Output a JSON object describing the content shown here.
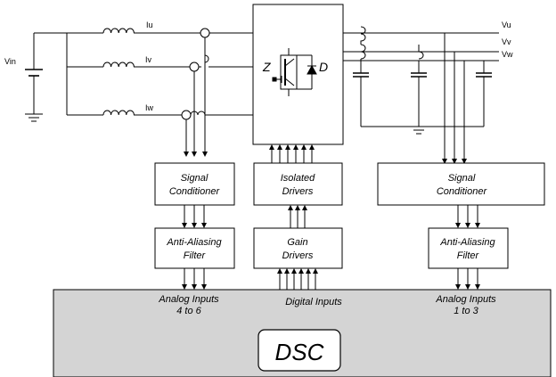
{
  "sources": {
    "vin": "Vin",
    "iu": "Iu",
    "iv": "Iv",
    "iw": "Iw"
  },
  "inverter": {
    "z": "Z",
    "d": "D"
  },
  "outputs": {
    "vu": "Vu",
    "vv": "Vv",
    "vw": "Vw"
  },
  "blocks": {
    "signal_conditioner_left": [
      "Signal",
      "Conditioner"
    ],
    "isolated_drivers": [
      "Isolated",
      "Drivers"
    ],
    "signal_conditioner_right": [
      "Signal",
      "Conditioner"
    ],
    "aa_filter_left": [
      "Anti-Aliasing",
      "Filter"
    ],
    "gain_drivers": [
      "Gain",
      "Drivers"
    ],
    "aa_filter_right": [
      "Anti-Aliasing",
      "Filter"
    ]
  },
  "dsc": {
    "label": "DSC",
    "analog_inputs_left": [
      "Analog Inputs",
      "4 to 6"
    ],
    "digital_inputs": "Digital Inputs",
    "analog_inputs_right": [
      "Analog Inputs",
      "1 to 3"
    ],
    "background": "#d4d4d4"
  }
}
